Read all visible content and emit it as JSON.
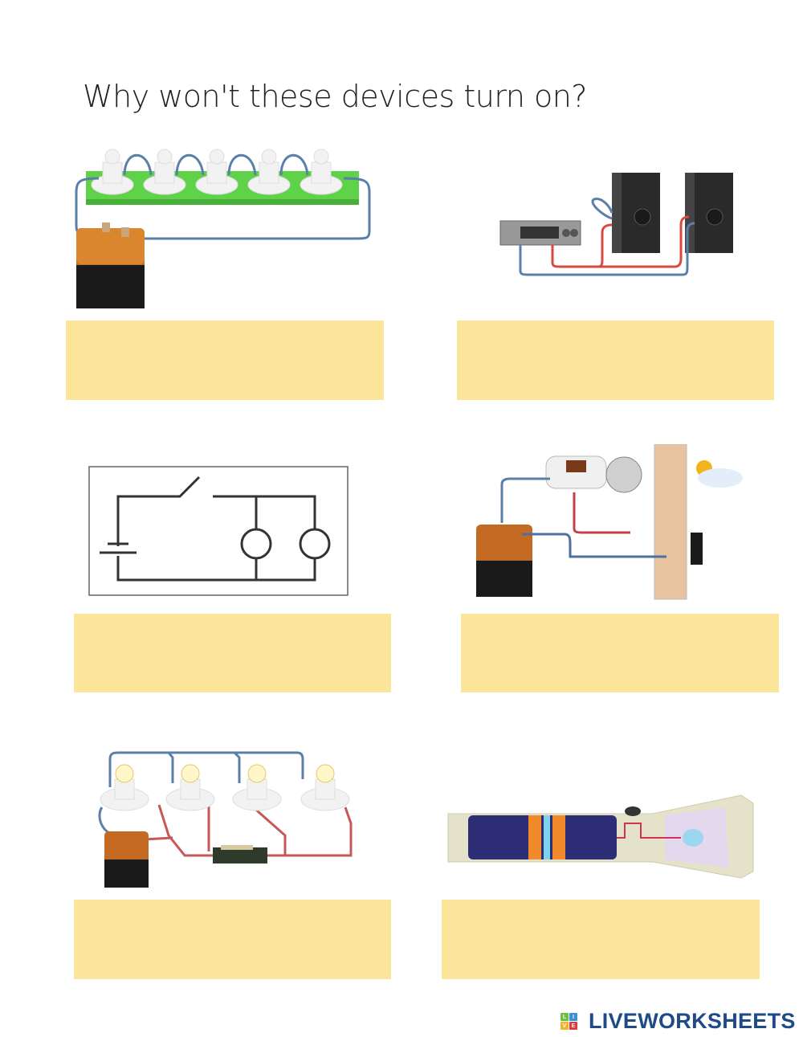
{
  "worksheet": {
    "title": "Why won't these devices turn on?",
    "answer_fill_color": "#fbe59a"
  },
  "figures": [
    {
      "id": 1,
      "description": "Five bulbs in series on green board connected to a battery, one wire loose"
    },
    {
      "id": 2,
      "description": "Amplifier connected to two speakers; first speaker's wires looped/not connected"
    },
    {
      "id": 3,
      "description": "Circuit diagram with battery, open switch and two lamps in parallel"
    },
    {
      "id": 4,
      "description": "Battery, electric bell and door push-button on wall; wire not connected"
    },
    {
      "id": 5,
      "description": "Four bulbs with battery and open knife switch"
    },
    {
      "id": 6,
      "description": "Cutaway flashlight with two cells placed positive to positive"
    }
  ],
  "answers": [
    {
      "id": 1,
      "value": ""
    },
    {
      "id": 2,
      "value": ""
    },
    {
      "id": 3,
      "value": ""
    },
    {
      "id": 4,
      "value": ""
    },
    {
      "id": 5,
      "value": ""
    },
    {
      "id": 6,
      "value": ""
    }
  ],
  "branding": {
    "logo_letters": [
      "L",
      "I",
      "V",
      "E"
    ],
    "logo_colors": [
      "#6cbf3f",
      "#3a8fd8",
      "#f0b429",
      "#e23a3a"
    ],
    "name": "LIVEWORKSHEETS"
  }
}
